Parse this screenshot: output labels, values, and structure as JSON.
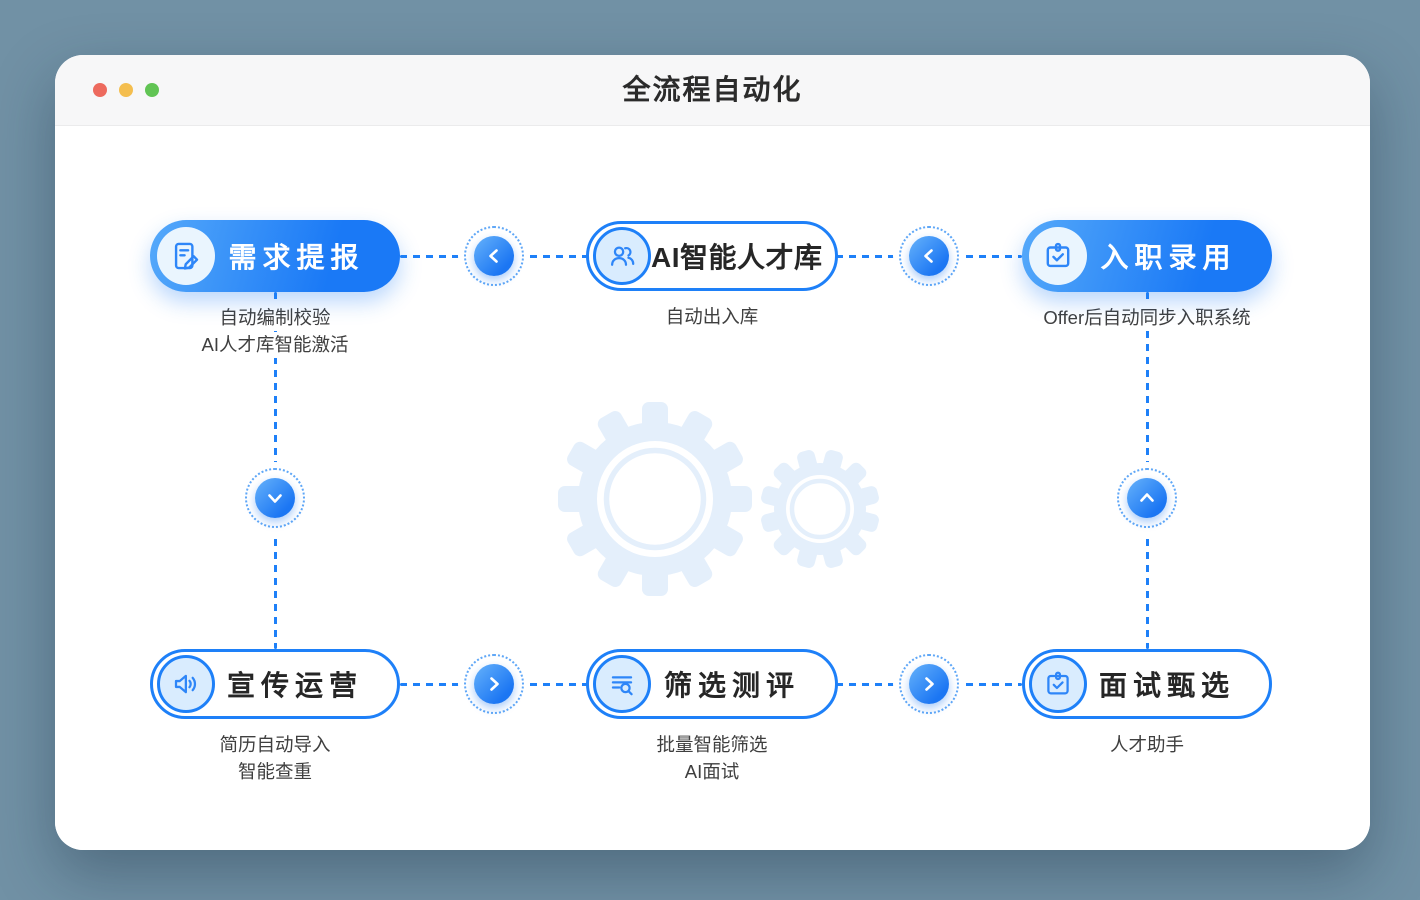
{
  "window": {
    "title": "全流程自动化",
    "traffic_lights": [
      {
        "name": "close"
      },
      {
        "name": "minimize"
      },
      {
        "name": "zoom"
      }
    ]
  },
  "nodes": [
    {
      "id": "requirement",
      "label": "需求提报",
      "style": "filled",
      "icon": "document-edit-icon",
      "subtitle_lines": [
        "自动编制校验",
        "AI人才库智能激活"
      ]
    },
    {
      "id": "talent-pool",
      "label": "AI智能人才库",
      "style": "outline",
      "icon": "users-icon",
      "subtitle_lines": [
        "自动出入库"
      ]
    },
    {
      "id": "onboarding",
      "label": "入职录用",
      "style": "filled",
      "icon": "clipboard-check-icon",
      "subtitle_lines": [
        "Offer后自动同步入职系统"
      ]
    },
    {
      "id": "promotion",
      "label": "宣传运营",
      "style": "outline",
      "icon": "speaker-icon",
      "subtitle_lines": [
        "简历自动导入",
        "智能查重"
      ]
    },
    {
      "id": "screening",
      "label": "筛选测评",
      "style": "outline",
      "icon": "list-search-icon",
      "subtitle_lines": [
        "批量智能筛选",
        "AI面试"
      ]
    },
    {
      "id": "interview",
      "label": "面试甄选",
      "style": "outline",
      "icon": "clipboard-check-icon",
      "subtitle_lines": [
        "人才助手"
      ]
    }
  ],
  "connectors": [
    {
      "from": "talent-pool",
      "to": "requirement",
      "direction": "left"
    },
    {
      "from": "onboarding",
      "to": "talent-pool",
      "direction": "left"
    },
    {
      "from": "requirement",
      "to": "promotion",
      "direction": "down"
    },
    {
      "from": "promotion",
      "to": "screening",
      "direction": "right"
    },
    {
      "from": "screening",
      "to": "interview",
      "direction": "right"
    },
    {
      "from": "interview",
      "to": "onboarding",
      "direction": "up"
    }
  ],
  "watermark": {
    "icon": "gears-icon"
  },
  "colors": {
    "backdrop": "#7191A5",
    "primary_blue": "#1E80F8",
    "pill_blue": "#1A79F6",
    "icon_circle_light": "#D9ECFE",
    "watermark_blue": "#E4EFFB",
    "subtitle_text": "#3F3F3F",
    "title_text": "#2B2B2B",
    "traffic_close": "#ED6A5E",
    "traffic_min": "#F4BE4F",
    "traffic_max": "#61C454"
  }
}
